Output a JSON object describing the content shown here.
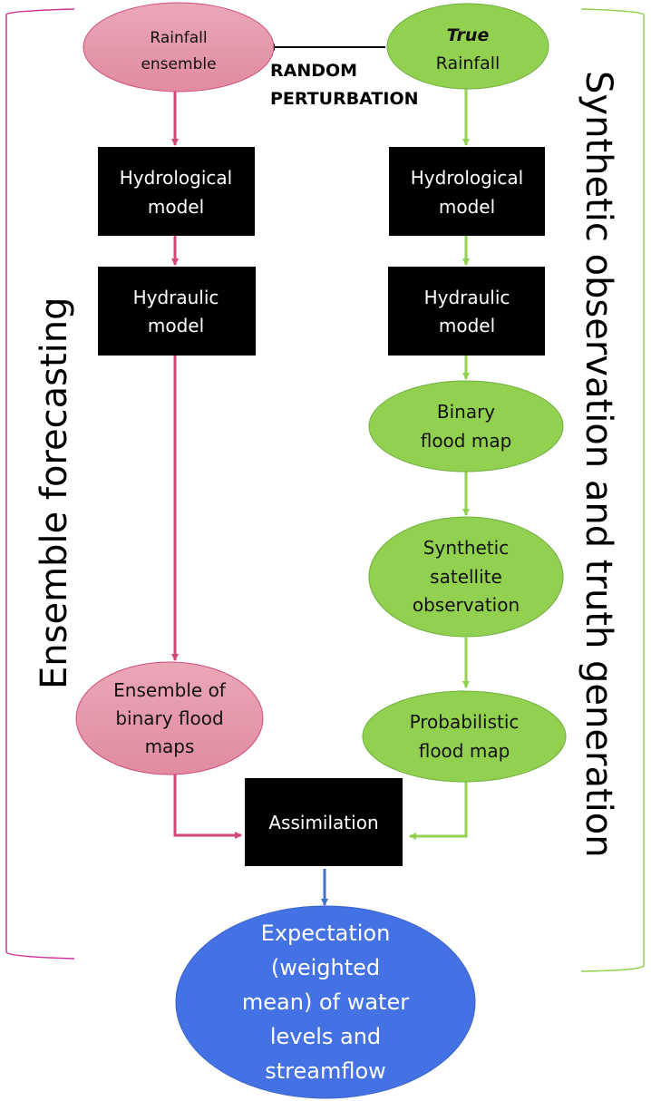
{
  "colors": {
    "pink_fill": "#E897AA",
    "pink_stroke": "#D14B7A",
    "pink_arrow": "#D64575",
    "pink_bracket": "#CC3399",
    "green_fill": "#92D050",
    "green_stroke": "#70B040",
    "green_arrow": "#92D050",
    "green_bracket": "#92D050",
    "black_box": "#000000",
    "blue_fill": "#4472E4",
    "blue_arrow": "#4472C4",
    "white_text": "#FFFFFF",
    "dark_text": "#111111"
  },
  "side_labels": {
    "left": "Ensemble forecasting",
    "right": "Synthetic observation and truth generation"
  },
  "perturbation_label": [
    "RANDOM",
    "PERTURBATION"
  ],
  "left_column": {
    "rainfall_ensemble": [
      "Rainfall",
      "ensemble"
    ],
    "hydrological_model": [
      "Hydrological",
      "model"
    ],
    "hydraulic_model": [
      "Hydraulic",
      "model"
    ],
    "ensemble_flood_maps": [
      "Ensemble of",
      "binary flood",
      "maps"
    ]
  },
  "right_column": {
    "true_rainfall_emph": "True",
    "true_rainfall": "Rainfall",
    "hydrological_model": [
      "Hydrological",
      "model"
    ],
    "hydraulic_model": [
      "Hydraulic",
      "model"
    ],
    "binary_flood_map": [
      "Binary",
      "flood map"
    ],
    "synthetic_observation": [
      "Synthetic",
      "satellite",
      "observation"
    ],
    "probabilistic_flood_map": [
      "Probabilistic",
      "flood map"
    ]
  },
  "assimilation": "Assimilation",
  "expectation": [
    "Expectation",
    "(weighted",
    "mean) of water",
    "levels and",
    "streamflow"
  ]
}
